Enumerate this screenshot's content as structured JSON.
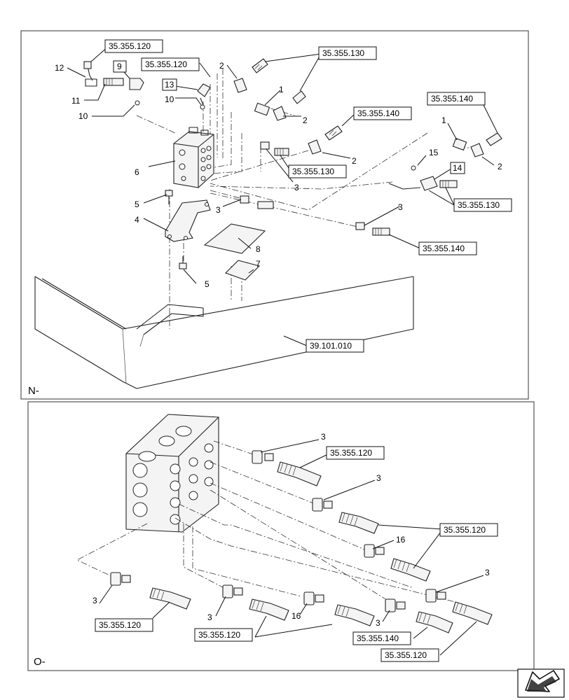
{
  "panels": {
    "top": {
      "label": "N-"
    },
    "bottom": {
      "label": "O-"
    }
  },
  "top_callouts": {
    "n1a": "1",
    "n1b": "1",
    "n2a": "2",
    "n2b": "2",
    "n2c": "2",
    "n2d": "2",
    "n3a": "3",
    "n3b": "3",
    "n3c": "3",
    "n4": "4",
    "n5a": "5",
    "n5b": "5",
    "n6": "6",
    "n7": "7",
    "n8": "8",
    "n9": "9",
    "n10a": "10",
    "n10b": "10",
    "n11": "11",
    "n12": "12",
    "n13": "13",
    "n14": "14",
    "n15": "15"
  },
  "top_refs": {
    "r1": "35.355.120",
    "r2": "35.355.120",
    "r3": "35.355.130",
    "r4": "35.355.140",
    "r5": "35.355.140",
    "r6": "35.355.130",
    "r7": "35.355.130",
    "r8": "35.355.140",
    "r9": "39.101.010"
  },
  "bottom_callouts": {
    "b3a": "3",
    "b3b": "3",
    "b3c": "3",
    "b3d": "3",
    "b3e": "3",
    "b3f": "3",
    "b16a": "16",
    "b16b": "16"
  },
  "bottom_refs": {
    "r1": "35.355.120",
    "r2": "35.355.120",
    "r3": "35.355.120",
    "r4": "35.355.120",
    "r5": "35.355.140",
    "r6": "35.355.120"
  }
}
